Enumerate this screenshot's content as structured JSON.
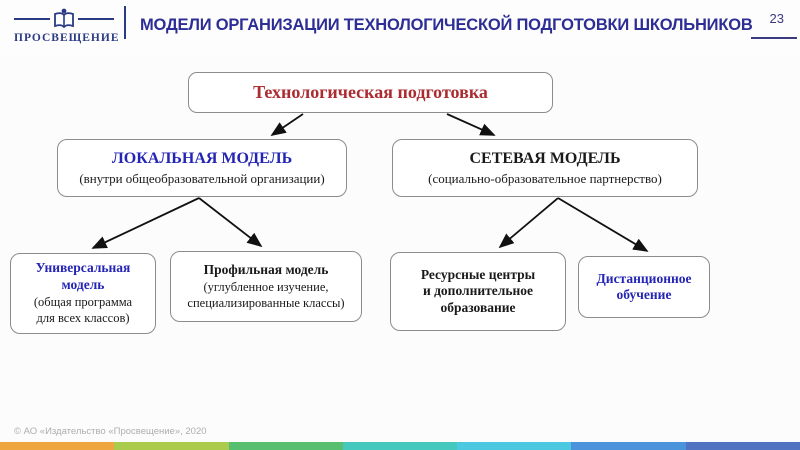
{
  "header": {
    "logo_text": "ПРОСВЕЩЕНИЕ",
    "logo_icon": "open-book-emblem-icon",
    "title": "МОДЕЛИ ОРГАНИЗАЦИИ ТЕХНОЛОГИЧЕСКОЙ ПОДГОТОВКИ ШКОЛЬНИКОВ",
    "page_number": "23",
    "accent_color": "#2d2d96"
  },
  "diagram": {
    "root": {
      "title": "Технологическая подготовка",
      "title_color": "#ab2b31"
    },
    "level2": [
      {
        "title": "ЛОКАЛЬНАЯ МОДЕЛЬ",
        "subtitle": "(внутри общеобразовательной организации)",
        "title_color": "#2425b5"
      },
      {
        "title": "СЕТЕВАЯ МОДЕЛЬ",
        "subtitle": "(социально-образовательное партнерство)",
        "title_color": "#1a1a1a"
      }
    ],
    "level3": [
      {
        "title": "Универсальная\nмодель",
        "subtitle": "(общая программа\nдля всех классов)",
        "title_color": "#2425b5"
      },
      {
        "title": "Профильная модель",
        "subtitle": "(углубленное изучение,\nспециализированные классы)",
        "title_color": "#1a1a1a"
      },
      {
        "title": "Ресурсные центры\nи дополнительное\nобразование",
        "subtitle": "",
        "title_color": "#1a1a1a"
      },
      {
        "title": "Дистанционное\nобучение",
        "subtitle": "",
        "title_color": "#2425b5"
      }
    ],
    "box_border_color": "#8c8c8c",
    "arrow_color": "#111111"
  },
  "footer": {
    "copyright": "© АО «Издательство «Просвещение», 2020",
    "bar_colors": [
      "#F0A640",
      "#ABCB4D",
      "#58BF71",
      "#45C8BE",
      "#4CC8E0",
      "#4B94DB",
      "#5272C2"
    ]
  }
}
